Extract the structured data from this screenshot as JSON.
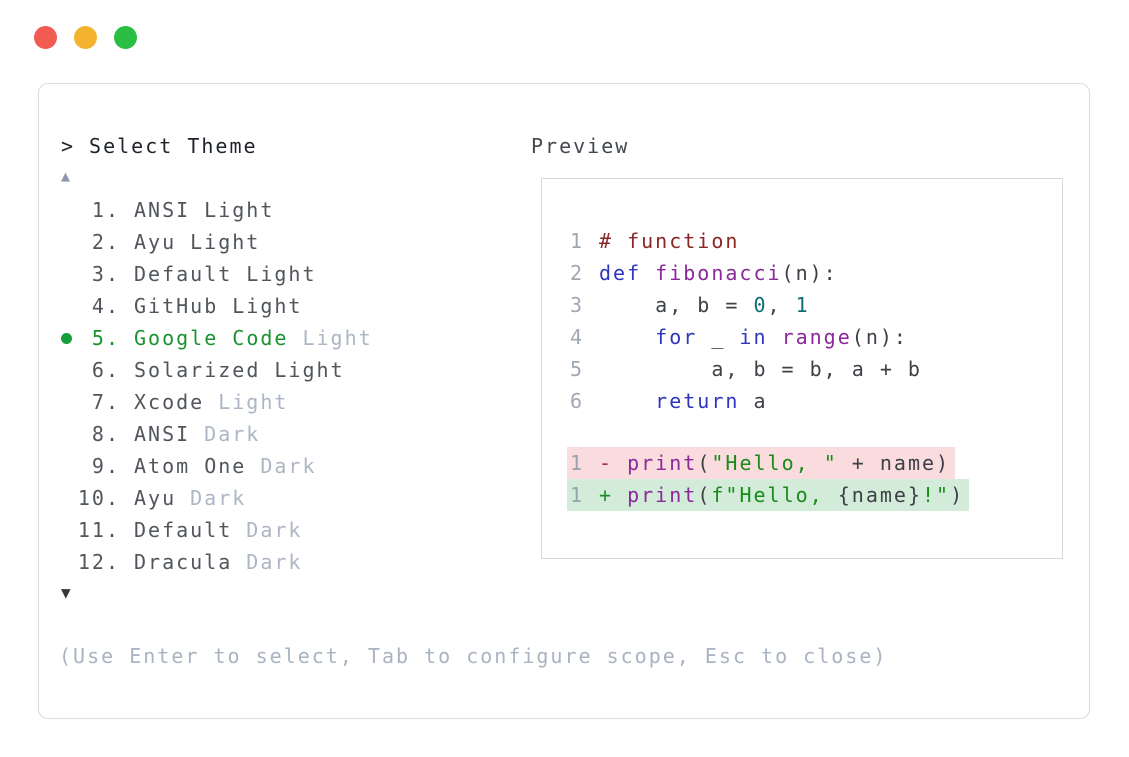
{
  "window": {
    "controls": [
      {
        "name": "close",
        "color": "#f25b52"
      },
      {
        "name": "minimize",
        "color": "#f3b32e"
      },
      {
        "name": "zoom",
        "color": "#2abf42"
      }
    ]
  },
  "picker": {
    "prompt": ">",
    "title": "Select Theme",
    "scroll_up": "▲",
    "scroll_down": "▼",
    "items": [
      {
        "number": "1.",
        "name": "ANSI",
        "variant": "Light",
        "dim_variant": false,
        "selected": false
      },
      {
        "number": "2.",
        "name": "Ayu",
        "variant": "Light",
        "dim_variant": false,
        "selected": false
      },
      {
        "number": "3.",
        "name": "Default",
        "variant": "Light",
        "dim_variant": false,
        "selected": false
      },
      {
        "number": "4.",
        "name": "GitHub",
        "variant": "Light",
        "dim_variant": false,
        "selected": false
      },
      {
        "number": "5.",
        "name": "Google Code",
        "variant": "Light",
        "dim_variant": true,
        "selected": true
      },
      {
        "number": "6.",
        "name": "Solarized",
        "variant": "Light",
        "dim_variant": false,
        "selected": false
      },
      {
        "number": "7.",
        "name": "Xcode",
        "variant": "Light",
        "dim_variant": true,
        "selected": false
      },
      {
        "number": "8.",
        "name": "ANSI",
        "variant": "Dark",
        "dim_variant": true,
        "selected": false
      },
      {
        "number": "9.",
        "name": "Atom One",
        "variant": "Dark",
        "dim_variant": true,
        "selected": false
      },
      {
        "number": "10.",
        "name": "Ayu",
        "variant": "Dark",
        "dim_variant": true,
        "selected": false
      },
      {
        "number": "11.",
        "name": "Default",
        "variant": "Dark",
        "dim_variant": true,
        "selected": false
      },
      {
        "number": "12.",
        "name": "Dracula",
        "variant": "Dark",
        "dim_variant": true,
        "selected": false
      }
    ],
    "help_text": "(Use Enter to select, Tab to configure scope, Esc to close)"
  },
  "preview": {
    "label": "Preview",
    "code_lines": [
      {
        "num": "1",
        "tokens": [
          [
            "# function",
            "comment"
          ]
        ]
      },
      {
        "num": "2",
        "tokens": [
          [
            "def",
            "keyword"
          ],
          [
            " ",
            "plain"
          ],
          [
            "fibonacci",
            "function"
          ],
          [
            "(n):",
            "plain"
          ]
        ]
      },
      {
        "num": "3",
        "tokens": [
          [
            "    a, b = ",
            "plain"
          ],
          [
            "0",
            "number"
          ],
          [
            ", ",
            "plain"
          ],
          [
            "1",
            "number"
          ]
        ]
      },
      {
        "num": "4",
        "tokens": [
          [
            "    ",
            "plain"
          ],
          [
            "for",
            "keyword"
          ],
          [
            " _ ",
            "plain"
          ],
          [
            "in",
            "keyword"
          ],
          [
            " ",
            "plain"
          ],
          [
            "range",
            "function"
          ],
          [
            "(n):",
            "plain"
          ]
        ]
      },
      {
        "num": "5",
        "tokens": [
          [
            "        a, b = b, a + b",
            "plain"
          ]
        ]
      },
      {
        "num": "6",
        "tokens": [
          [
            "    ",
            "plain"
          ],
          [
            "return",
            "keyword"
          ],
          [
            " a",
            "plain"
          ]
        ]
      }
    ],
    "diff_lines": [
      {
        "num": "1",
        "kind": "removed",
        "tokens": [
          [
            "- ",
            "minus"
          ],
          [
            "print",
            "function"
          ],
          [
            "(",
            "plain"
          ],
          [
            "\"Hello, \"",
            "string"
          ],
          [
            " + name)",
            "plain"
          ]
        ]
      },
      {
        "num": "1",
        "kind": "added",
        "tokens": [
          [
            "+ ",
            "plus"
          ],
          [
            "print",
            "function"
          ],
          [
            "(",
            "plain"
          ],
          [
            "f\"Hello, ",
            "string"
          ],
          [
            "{name}",
            "plain"
          ],
          [
            "!\"",
            "string"
          ],
          [
            ")",
            "plain"
          ]
        ]
      }
    ]
  },
  "colors": {
    "selected_green": "#1b9232",
    "bullet_green": "#169f38",
    "dim_text": "#acb6c4",
    "item_text": "#50565c",
    "title_text": "#1f232a",
    "preview_label_text": "#43484e",
    "help_text": "#a9b3c1",
    "up_arrow": "#8d9aae",
    "down_arrow": "#34383e",
    "panel_border": "#d8dbe0",
    "preview_border": "#d5d9de",
    "removed_bg": "#fadbde",
    "added_bg": "#d3ecd9",
    "syntax": {
      "comment": "#8a2725",
      "keyword": "#2e36c0",
      "function": "#8c289b",
      "number": "#0e6e73",
      "plain": "#3c4147",
      "string": "#178c18",
      "minus": "#9b2c3f",
      "plus": "#1d8f2b",
      "linenum": "#a0a8b2",
      "diff_linenum": "#98a2b2"
    }
  }
}
